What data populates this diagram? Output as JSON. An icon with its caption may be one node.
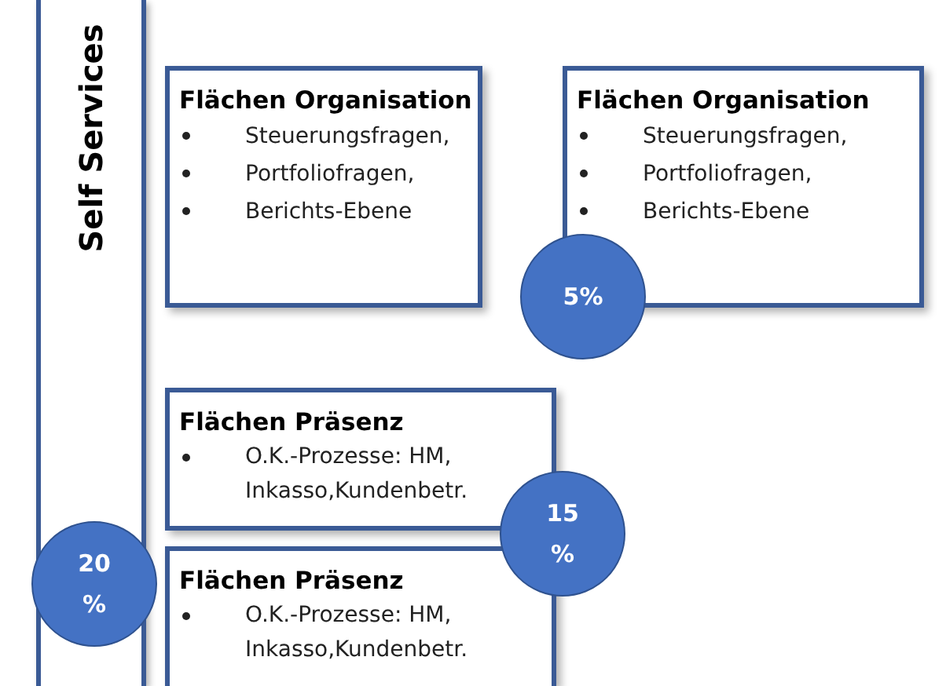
{
  "diagram": {
    "nodes": [
      {
        "text": [
          "Self Services"
        ]
      },
      {
        "text": [
          "Flächen Organisation",
          "Steuerungsfragen,",
          "Portfoliofragen,",
          "Berichts-Ebene"
        ]
      },
      {
        "text": [
          "Flächen Organisation",
          "Steuerungsfragen,",
          "Portfoliofragen,",
          "Berichts-Ebene"
        ]
      },
      {
        "text": [
          "Flächen Präsenz",
          "O.K.-Prozesse: HM, Inkasso,Kundenbetr."
        ]
      },
      {
        "text": [
          "Flächen Präsenz",
          "O.K.-Prozesse: HM, Inkasso,Kundenbetr."
        ]
      },
      {
        "text": [
          "5%"
        ]
      },
      {
        "text": [
          "15 %"
        ]
      },
      {
        "text": [
          "20 %"
        ]
      }
    ]
  }
}
